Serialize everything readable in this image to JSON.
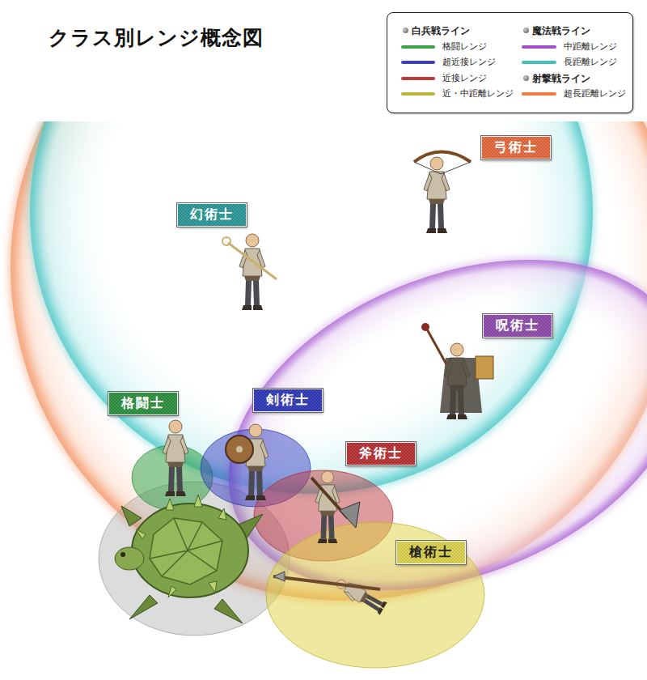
{
  "diagram": {
    "title": "クラス別レンジ概念図",
    "nodes": [
      {
        "text": [
          "弓術士"
        ]
      },
      {
        "text": [
          "幻術士"
        ]
      },
      {
        "text": [
          "呪術士"
        ]
      },
      {
        "text": [
          "格闘士"
        ]
      },
      {
        "text": [
          "剣術士"
        ]
      },
      {
        "text": [
          "斧術士"
        ]
      },
      {
        "text": [
          "槍術士"
        ]
      }
    ],
    "legend": [
      {
        "text": "白兵戦ライン"
      },
      {
        "text": "格闘レンジ",
        "color": "#3aa24a"
      },
      {
        "text": "超近接レンジ",
        "color": "#3a3fc4"
      },
      {
        "text": "近接レンジ",
        "color": "#c0393f"
      },
      {
        "text": "近・中距離レンジ",
        "color": "#b8b43a"
      },
      {
        "text": "魔法戦ライン"
      },
      {
        "text": "中距離レンジ",
        "color": "#a050c8"
      },
      {
        "text": "長距離レンジ",
        "color": "#40c0c0"
      },
      {
        "text": "射撃戦ライン"
      },
      {
        "text": "超長距離レンジ",
        "color": "#f07a40"
      }
    ]
  }
}
